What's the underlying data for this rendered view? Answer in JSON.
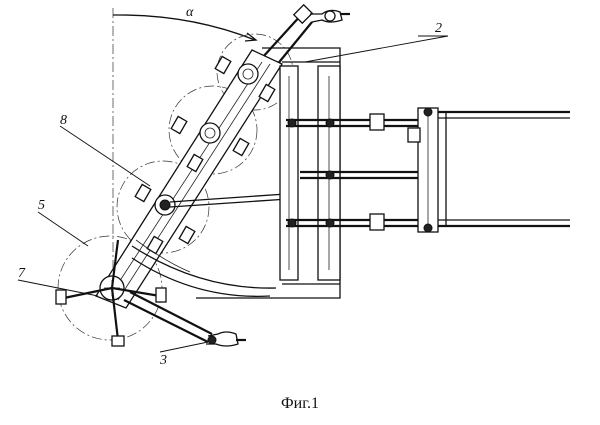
{
  "figure": {
    "caption": "Фиг.1",
    "angle_symbol": "α",
    "labels": {
      "part2": "2",
      "part3": "3",
      "part5": "5",
      "part7": "7",
      "part8": "8"
    }
  }
}
